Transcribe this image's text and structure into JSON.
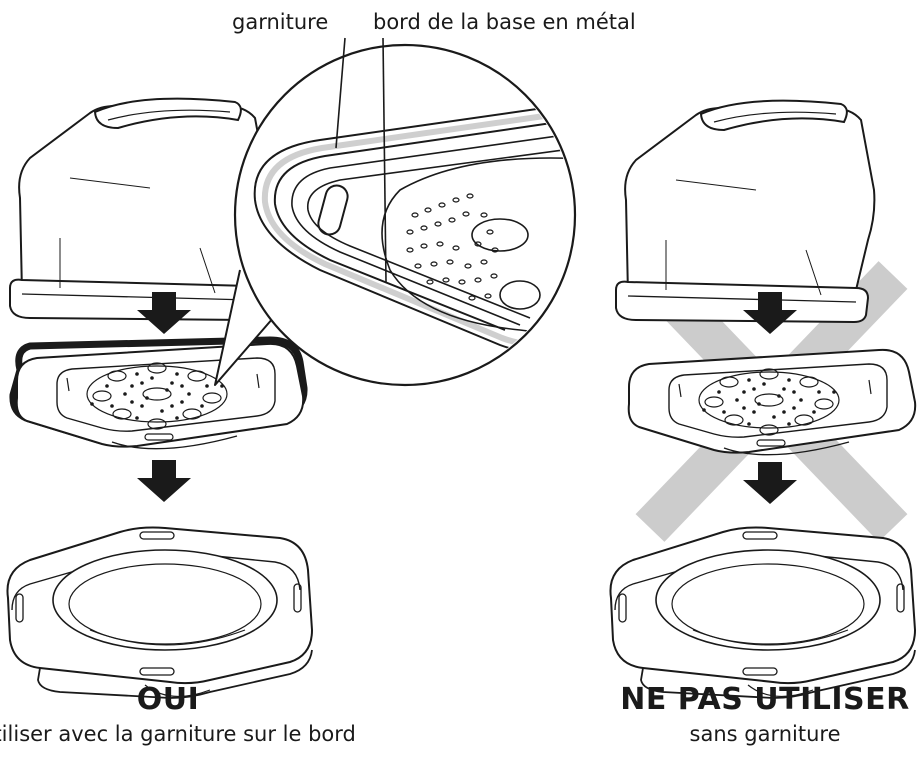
{
  "callouts": {
    "garniture": "garniture",
    "bord": "bord de la base en métal"
  },
  "correct": {
    "heading": "OUI",
    "caption": "utiliser avec la garniture sur le bord"
  },
  "incorrect": {
    "heading": "NE PAS UTILISER",
    "caption": "sans garniture"
  },
  "colors": {
    "line": "#1a1a1a",
    "cross": "#cccccc",
    "gasket_highlight": "#cfcfcf"
  }
}
